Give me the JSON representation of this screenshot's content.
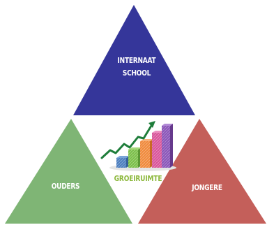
{
  "diagram": {
    "top_label_line1": "INTERNAAT",
    "top_label_line2": "SCHOOL",
    "left_label": "OUDERS",
    "right_label": "JONGERE",
    "center_label": "GROEIRUIMTE"
  },
  "colors": {
    "top_triangle": "#35369a",
    "left_triangle": "#7fb575",
    "right_triangle": "#c45f5a",
    "center_text": "#8cb83c",
    "arrow": "#1e7d3a"
  },
  "icons": {
    "center_graphic": "growth-bar-chart-icon"
  }
}
